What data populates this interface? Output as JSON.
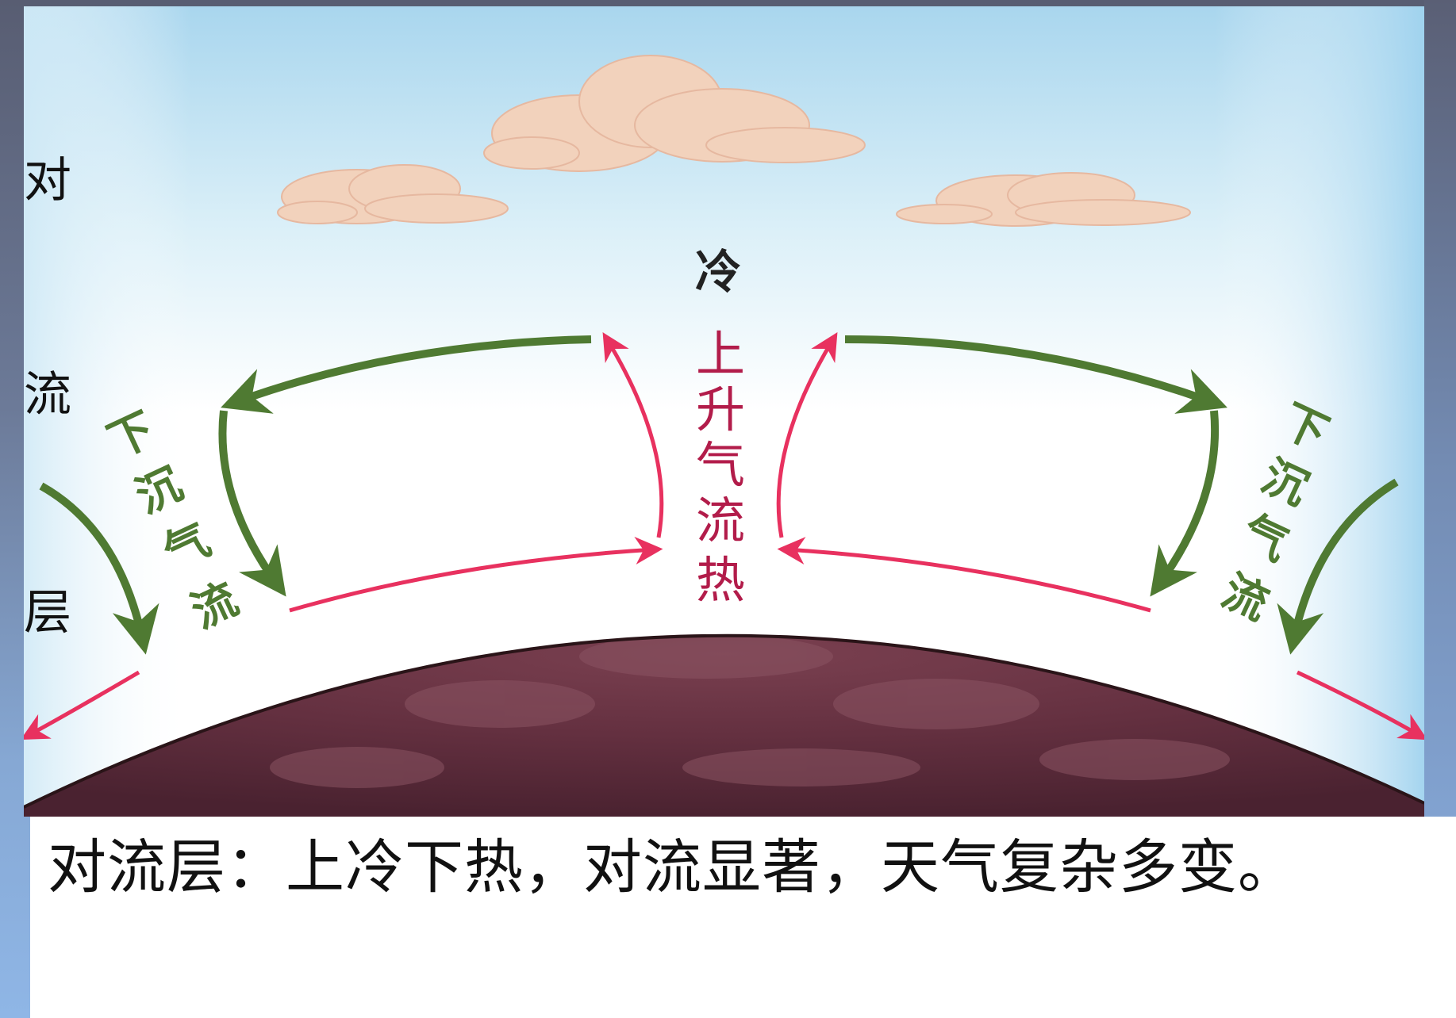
{
  "diagram": {
    "layer_label": [
      "对",
      "流",
      "层"
    ],
    "center_cold": "冷",
    "center_updraft": [
      "上",
      "升",
      "气",
      "流"
    ],
    "center_hot": "热",
    "left_downdraft": [
      "下",
      "沉",
      "气",
      "流"
    ],
    "right_downdraft": [
      "下",
      "沉",
      "气",
      "流"
    ]
  },
  "caption": "对流层：上冷下热，对流显著，天气复杂多变。",
  "colors": {
    "updraft_arrow": "#e8315f",
    "downdraft_arrow": "#4f7a32",
    "earth": "#5e2c38",
    "sky": "#b9dcf0",
    "cloud": "#f2d2bc",
    "label_text": "#b21c4a"
  }
}
